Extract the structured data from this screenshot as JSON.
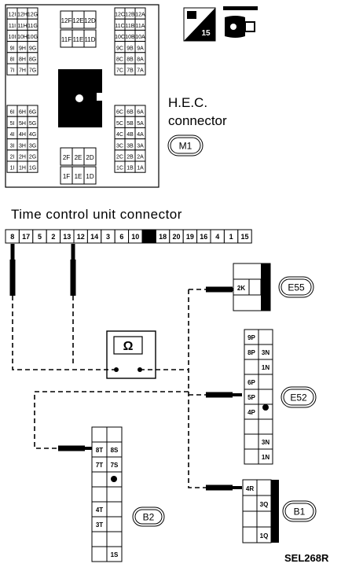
{
  "hec": {
    "title": "H.E.C.",
    "subtitle": "connector",
    "badge": "M1",
    "fuse_label": "15",
    "left_col": [
      [
        "12I",
        "12H",
        "12G"
      ],
      [
        "11I",
        "11H",
        "11G"
      ],
      [
        "10I",
        "10H",
        "10G"
      ],
      [
        "9I",
        "9H",
        "9G"
      ],
      [
        "8I",
        "8H",
        "8G"
      ],
      [
        "7I",
        "7H",
        "7G"
      ],
      [
        "6I",
        "6H",
        "6G"
      ],
      [
        "5I",
        "5H",
        "5G"
      ],
      [
        "4I",
        "4H",
        "4G"
      ],
      [
        "3I",
        "3H",
        "3G"
      ],
      [
        "2I",
        "2H",
        "2G"
      ],
      [
        "1I",
        "1H",
        "1G"
      ]
    ],
    "right_col": [
      [
        "12C",
        "12B",
        "12A"
      ],
      [
        "11C",
        "11B",
        "11A"
      ],
      [
        "10C",
        "10B",
        "10A"
      ],
      [
        "9C",
        "9B",
        "9A"
      ],
      [
        "8C",
        "8B",
        "8A"
      ],
      [
        "7C",
        "7B",
        "7A"
      ],
      [
        "6C",
        "6B",
        "6A"
      ],
      [
        "5C",
        "5B",
        "5A"
      ],
      [
        "4C",
        "4B",
        "4A"
      ],
      [
        "3C",
        "3B",
        "3A"
      ],
      [
        "2C",
        "2B",
        "2A"
      ],
      [
        "1C",
        "1B",
        "1A"
      ]
    ],
    "top_mid": [
      [
        "12F",
        "12E",
        "12D"
      ],
      [
        "11F",
        "11E",
        "11D"
      ]
    ],
    "bottom_mid": [
      [
        "2F",
        "2E",
        "2D"
      ],
      [
        "1F",
        "1E",
        "1D"
      ]
    ]
  },
  "tcu": {
    "title": "Time control unit connector",
    "pins": [
      "8",
      "17",
      "5",
      "2",
      "13",
      "12",
      "14",
      "3",
      "6",
      "10",
      "",
      "18",
      "20",
      "19",
      "16",
      "4",
      "1",
      "15"
    ]
  },
  "meter": {
    "symbol": "Ω"
  },
  "connectors": {
    "e55": {
      "badge": "E55",
      "pin": "2K"
    },
    "e52": {
      "badge": "E52",
      "pins": [
        "9P",
        "8P",
        "3N",
        "1N",
        "6P",
        "5P",
        "4P",
        "3N",
        "1N"
      ]
    },
    "b2": {
      "badge": "B2",
      "pins": [
        "8T",
        "8S",
        "7T",
        "7S",
        "4T",
        "3T",
        "1S"
      ]
    },
    "b1": {
      "badge": "B1",
      "pins": [
        "4R",
        "3Q",
        "1Q"
      ]
    }
  },
  "figure_id": "SEL268R"
}
